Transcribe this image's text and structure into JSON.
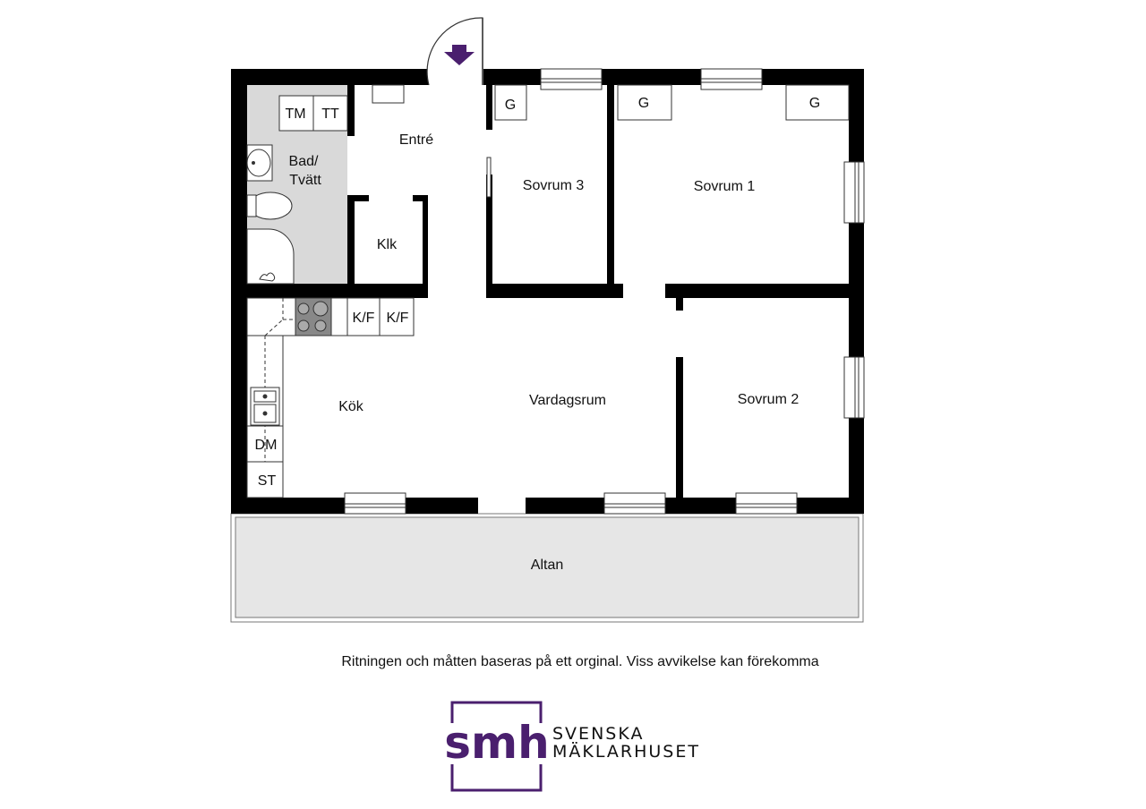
{
  "rooms": {
    "bad": [
      "Bad/",
      "Tvätt"
    ],
    "entre": "Entré",
    "klk": "Klk",
    "sovrum3": "Sovrum 3",
    "sovrum1": "Sovrum 1",
    "sovrum2": "Sovrum 2",
    "kok": "Kök",
    "vardagsrum": "Vardagsrum",
    "altan": "Altan"
  },
  "fixtures": {
    "tm": "TM",
    "tt": "TT",
    "g": "G",
    "kf": "K/F",
    "dm": "DM",
    "st": "ST"
  },
  "disclaimer": "Ritningen och måtten baseras på ett orginal. Viss avvikelse kan förekomma",
  "logo": {
    "mark": "smh",
    "line1": "SVENSKA",
    "line2": "MÄKLARHUSET",
    "color": "#4a1f6e"
  },
  "colors": {
    "wall": "#000000",
    "wet_area": "#d9d9d9",
    "altan": "#e6e6e6",
    "entry_arrow": "#4a1f6e"
  }
}
